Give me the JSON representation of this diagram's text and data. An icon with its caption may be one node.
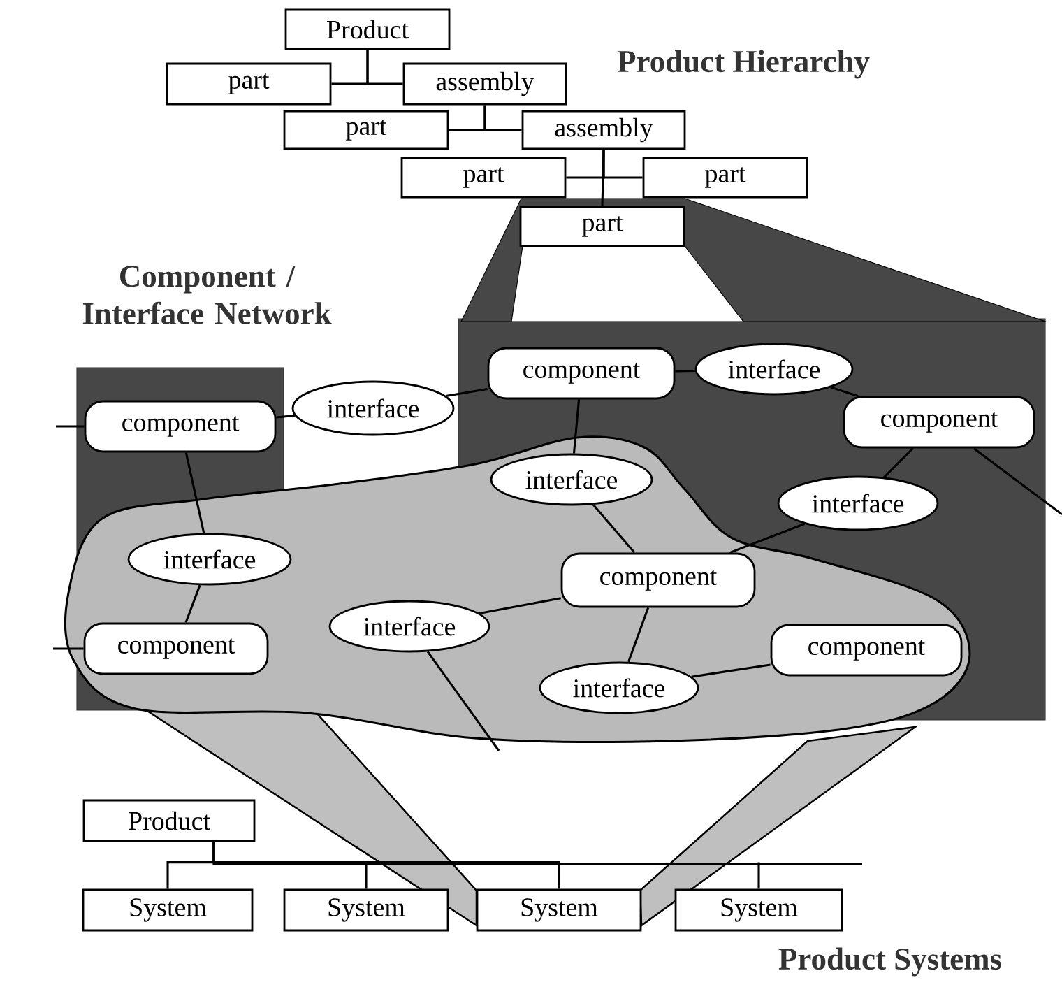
{
  "diagram": {
    "nodes": [
      {
        "text": [
          "Product"
        ]
      },
      {
        "text": [
          "part"
        ]
      },
      {
        "text": [
          "assembly"
        ]
      },
      {
        "text": [
          "part"
        ]
      },
      {
        "text": [
          "assembly"
        ]
      },
      {
        "text": [
          "part"
        ]
      },
      {
        "text": [
          "part"
        ]
      },
      {
        "text": [
          "part"
        ]
      },
      {
        "text": [
          "component"
        ]
      },
      {
        "text": [
          "interface"
        ]
      },
      {
        "text": [
          "component"
        ]
      },
      {
        "text": [
          "interface"
        ]
      },
      {
        "text": [
          "component"
        ]
      },
      {
        "text": [
          "interface"
        ]
      },
      {
        "text": [
          "interface"
        ]
      },
      {
        "text": [
          "interface"
        ]
      },
      {
        "text": [
          "component"
        ]
      },
      {
        "text": [
          "interface"
        ]
      },
      {
        "text": [
          "component"
        ]
      },
      {
        "text": [
          "component"
        ]
      },
      {
        "text": [
          "interface"
        ]
      },
      {
        "text": [
          "Product"
        ]
      },
      {
        "text": [
          "System"
        ]
      },
      {
        "text": [
          "System"
        ]
      },
      {
        "text": [
          "System"
        ]
      },
      {
        "text": [
          "System"
        ]
      }
    ],
    "edges": [
      {
        "from": 0,
        "to": 1,
        "arrow": "none"
      },
      {
        "from": 0,
        "to": 2,
        "arrow": "none"
      },
      {
        "from": 2,
        "to": 3,
        "arrow": "none"
      },
      {
        "from": 2,
        "to": 4,
        "arrow": "none"
      },
      {
        "from": 4,
        "to": 5,
        "arrow": "none"
      },
      {
        "from": 4,
        "to": 6,
        "arrow": "none"
      },
      {
        "from": 4,
        "to": 7,
        "arrow": "none"
      },
      {
        "from": null,
        "to": 8,
        "arrow": "none"
      },
      {
        "from": 8,
        "to": 9,
        "arrow": "none"
      },
      {
        "from": 9,
        "to": 10,
        "arrow": "none"
      },
      {
        "from": 10,
        "to": 11,
        "arrow": "none"
      },
      {
        "from": 11,
        "to": 12,
        "arrow": "none"
      },
      {
        "from": 8,
        "to": 15,
        "arrow": "none"
      },
      {
        "from": 15,
        "to": 18,
        "arrow": "none"
      },
      {
        "from": null,
        "to": 18,
        "arrow": "none"
      },
      {
        "from": 10,
        "to": 13,
        "arrow": "none"
      },
      {
        "from": 13,
        "to": 16,
        "arrow": "none"
      },
      {
        "from": 16,
        "to": 14,
        "arrow": "none"
      },
      {
        "from": 14,
        "to": 12,
        "arrow": "none"
      },
      {
        "from": 12,
        "to": null,
        "arrow": "none"
      },
      {
        "from": 16,
        "to": 17,
        "arrow": "none"
      },
      {
        "from": 17,
        "to": null,
        "arrow": "none"
      },
      {
        "from": 16,
        "to": 20,
        "arrow": "none"
      },
      {
        "from": 20,
        "to": 19,
        "arrow": "none"
      },
      {
        "from": 21,
        "to": 22,
        "arrow": "none"
      },
      {
        "from": 21,
        "to": 23,
        "arrow": "none"
      },
      {
        "from": 21,
        "to": 24,
        "arrow": "none"
      },
      {
        "from": 21,
        "to": 25,
        "arrow": "none"
      }
    ],
    "labels": [
      "Product Hierarchy",
      "Component / Interface Network",
      "Product Systems"
    ]
  }
}
